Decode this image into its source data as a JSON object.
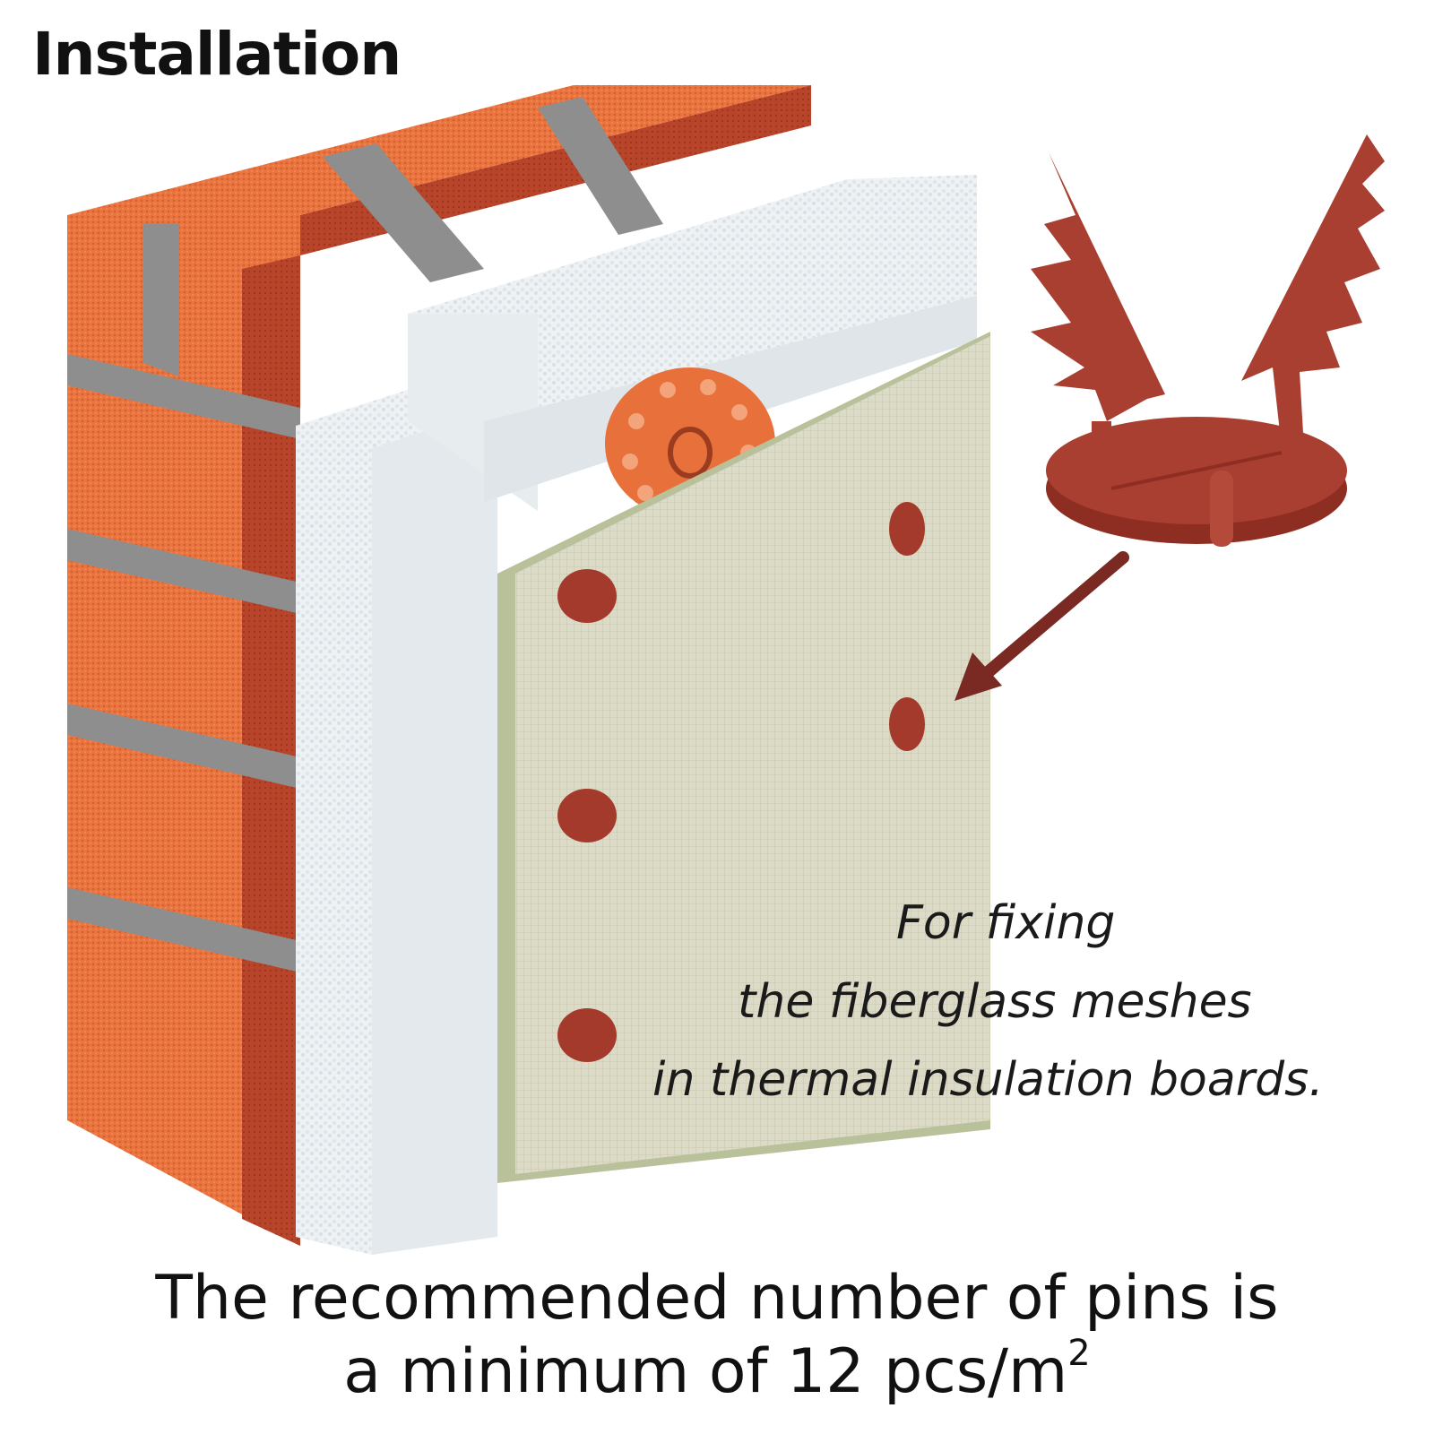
{
  "title": "Installation",
  "caption": {
    "line1": "For fixing",
    "line2": "the fiberglass meshes",
    "line3": "in thermal insulation boards."
  },
  "recommendation": {
    "line1": "The recommended number of pins is",
    "line2_main": "a minimum of 12 pcs/m",
    "line2_sup": "2"
  },
  "colors": {
    "brick": "#e8703a",
    "mortar": "#8a8a8a",
    "foam": "#e9eef0",
    "mesh": "#d9d7c7",
    "pin": "#a33a2c",
    "arrow": "#7a2a22"
  },
  "icons": [
    "brick-wall",
    "insulation-board",
    "fiberglass-mesh",
    "anchor-washer",
    "mesh-pin",
    "arrow-icon"
  ]
}
